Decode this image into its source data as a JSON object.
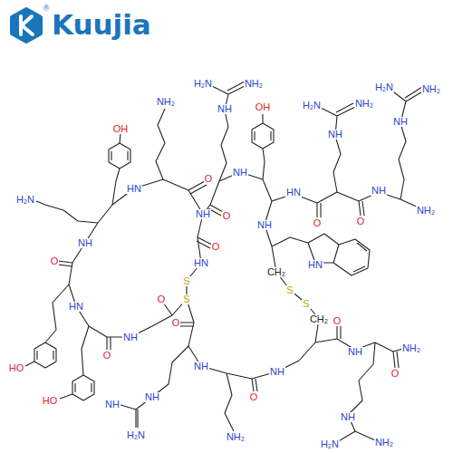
{
  "diagram": {
    "labels": [
      "Kuujia",
      "®",
      "NH₂",
      "OH",
      "H₂N",
      "HO",
      "HO",
      "O",
      "NH",
      "O",
      "HN",
      "S",
      "S",
      "O",
      "NH",
      "O",
      "HN",
      "O",
      "NH",
      "HN",
      "O",
      "NH",
      "NH₂",
      "O",
      "NH",
      "NH",
      "NH",
      "H₂N",
      "CH₂",
      "S",
      "S",
      "CH₂",
      "NH",
      "O",
      "NH",
      "HN",
      "O",
      "NH",
      "NH₂",
      "O",
      "NH",
      "H₂N",
      "NH₂",
      "OH",
      "NH",
      "H₂N",
      "NH₂",
      "HN",
      "O",
      "NH",
      "H₂N",
      "NH₂",
      "O",
      "NH",
      "NH₂",
      "NH",
      "H₂N",
      "NH₂"
    ]
  }
}
